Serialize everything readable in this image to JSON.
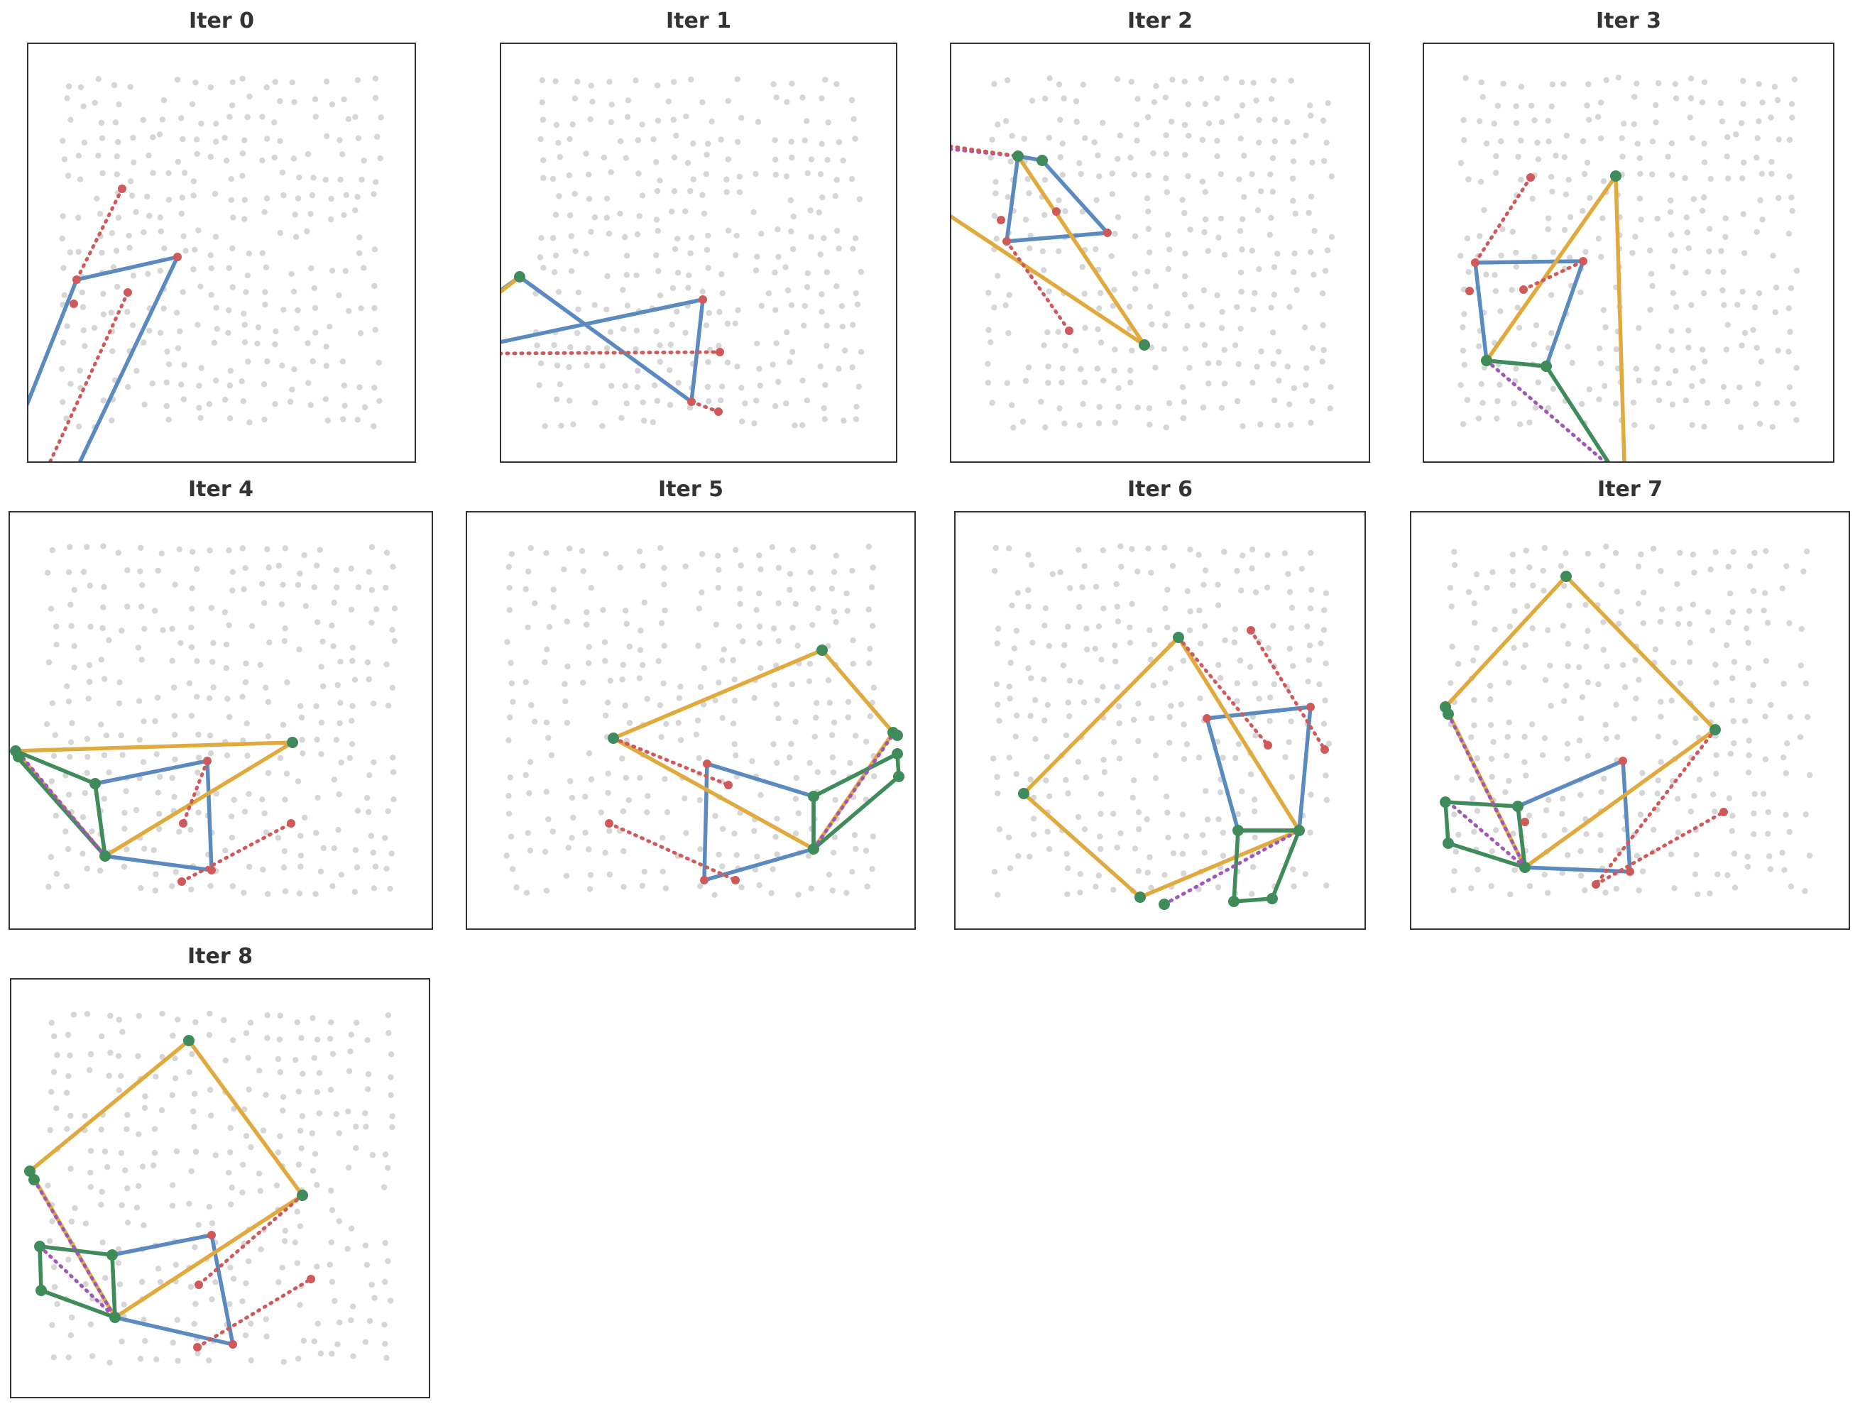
{
  "figure": {
    "panels": [
      {
        "title": "Iter 0"
      },
      {
        "title": "Iter 1"
      },
      {
        "title": "Iter 2"
      },
      {
        "title": "Iter 3"
      },
      {
        "title": "Iter 4"
      },
      {
        "title": "Iter 5"
      },
      {
        "title": "Iter 6"
      },
      {
        "title": "Iter 7"
      },
      {
        "title": "Iter 8"
      }
    ]
  },
  "colors": {
    "background_points": "#c8c8c8",
    "blue_path": "#5b8ac0",
    "orange_path": "#e0aa3e",
    "green_path": "#3f8c5a",
    "red_dotted": "#d05a5a",
    "purple_dotted": "#a058b8",
    "frame": "#333333",
    "title_text": "#333333"
  },
  "legend": "none"
}
